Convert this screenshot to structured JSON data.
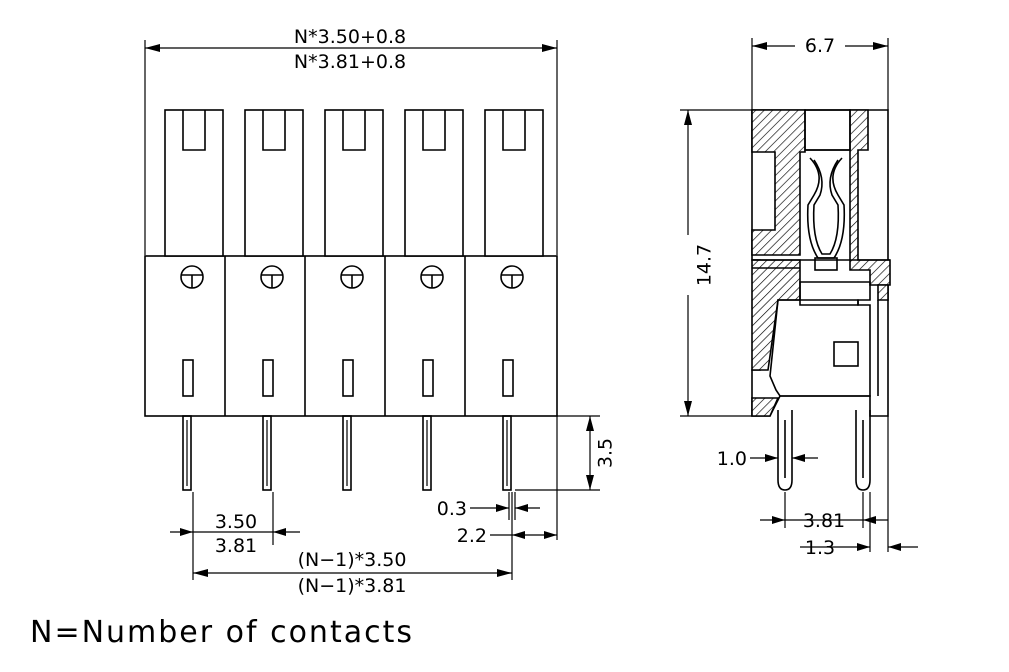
{
  "front_view": {
    "width_dim_line1": "N*3.50+0.8",
    "width_dim_line2": "N*3.81+0.8",
    "pitch_line1": "3.50",
    "pitch_line2": "3.81",
    "span_line1": "(N−1)*3.50",
    "span_line2": "(N−1)*3.81",
    "pin_length": "3.5",
    "pin_width": "0.3",
    "pin_offset": "2.2",
    "contact_count_shown": 5
  },
  "side_view": {
    "depth": "6.7",
    "height": "14.7",
    "pin_thickness": "1.0",
    "pin_row_pitch": "3.81",
    "pin_offset": "1.3"
  },
  "note": "N=Number of contacts"
}
